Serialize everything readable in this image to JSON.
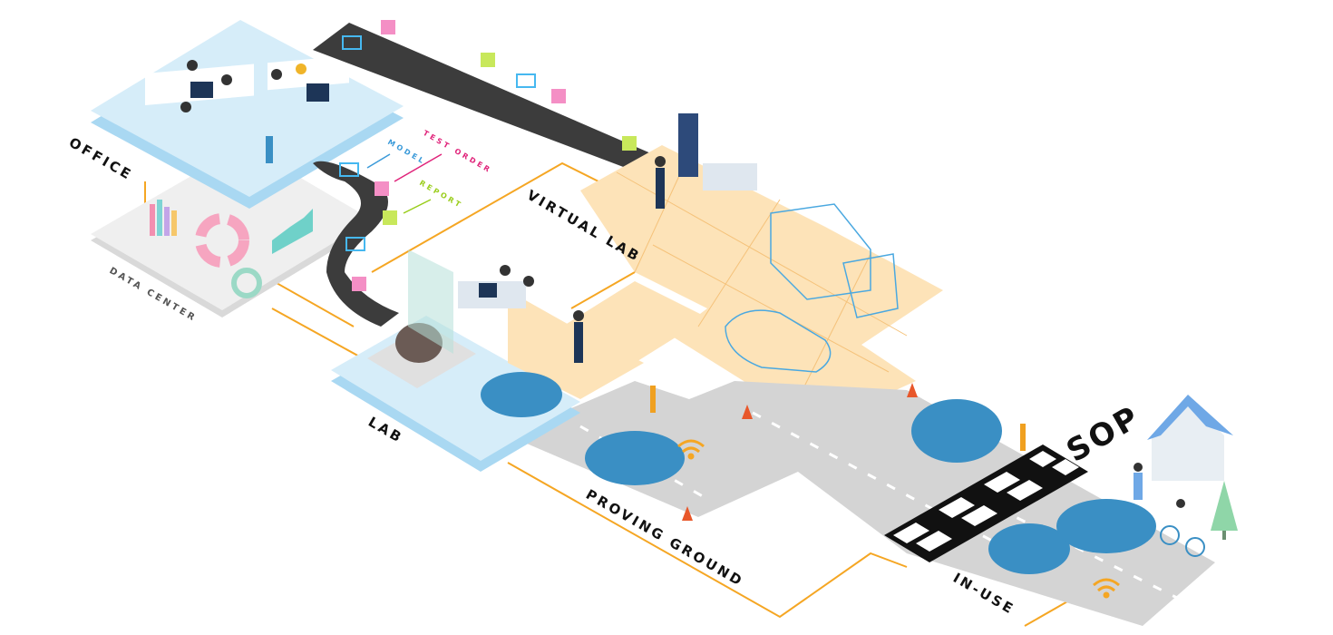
{
  "labels": {
    "office": "OFFICE",
    "data_center": "DATA CENTER",
    "model": "MODEL",
    "test_order": "TEST ORDER",
    "report": "REPORT",
    "virtual_lab": "VIRTUAL LAB",
    "lab": "LAB",
    "proving_ground": "PROVING GROUND",
    "sop": "SOP",
    "in_use": "IN-USE"
  },
  "colors": {
    "platform_blue": "#cfe9f8",
    "virtual_lab_tiles": "#fde3b8",
    "road": "#d4d4d4",
    "car": "#3a8fc4",
    "connector_orange": "#f5a623",
    "model": "#3a9ad9",
    "test_order": "#e0237a",
    "report": "#9acd1c",
    "conveyor": "#3c3c3c"
  }
}
